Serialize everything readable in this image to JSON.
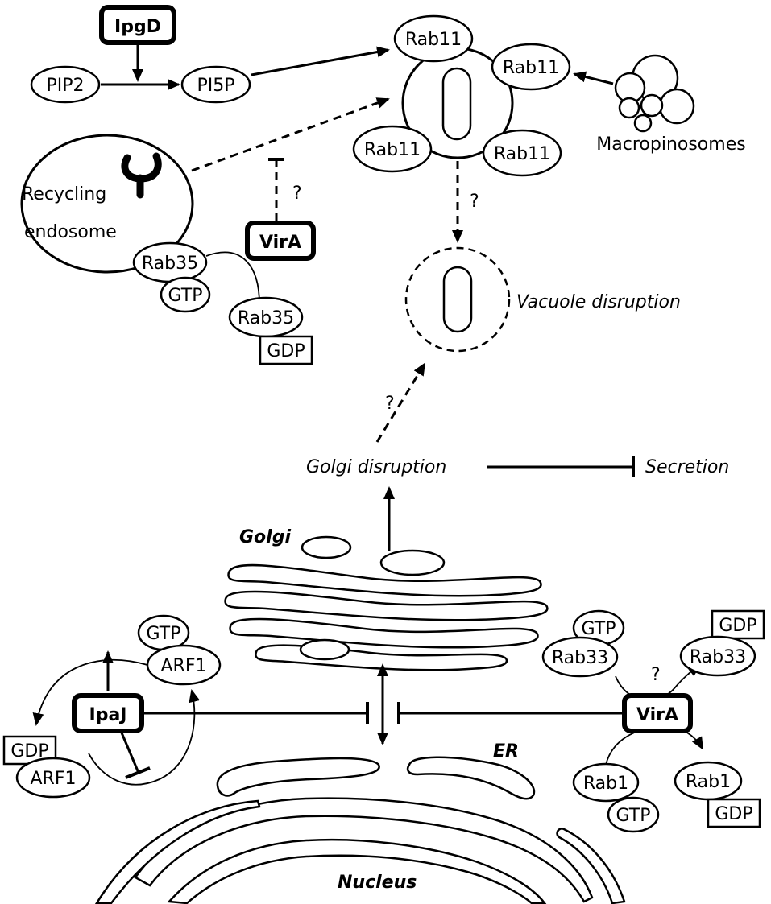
{
  "labels": {
    "ipgd": "IpgD",
    "pip2": "PIP2",
    "pi5p": "PI5P",
    "rab11_top": "Rab11",
    "rab11_right": "Rab11",
    "rab11_left": "Rab11",
    "rab11_bottom_right": "Rab11",
    "macropinosomes": "Macropinosomes",
    "recycling_line1": "Recycling",
    "recycling_line2": "endosome",
    "vira_top": "VirA",
    "rab35_gtp_rab": "Rab35",
    "rab35_gtp_gtp": "GTP",
    "rab35_gdp_rab": "Rab35",
    "rab35_gdp_gdp": "GDP",
    "q_vira_inhib": "?",
    "q_vacuole": "?",
    "q_golgi": "?",
    "q_rab33": "?",
    "vacuole_disruption": "Vacuole disruption",
    "golgi_disruption": "Golgi disruption",
    "secretion": "Secretion",
    "golgi": "Golgi",
    "er": "ER",
    "nucleus": "Nucleus",
    "arf1_gtp_gtp": "GTP",
    "arf1_gtp_arf": "ARF1",
    "ipaj": "IpaJ",
    "arf1_gdp_gdp": "GDP",
    "arf1_gdp_arf": "ARF1",
    "rab33_gtp_gtp": "GTP",
    "rab33_gtp_rab": "Rab33",
    "rab33_gdp_gdp": "GDP",
    "rab33_gdp_rab": "Rab33",
    "vira_bottom": "VirA",
    "rab1_gtp_rab": "Rab1",
    "rab1_gtp_gtp": "GTP",
    "rab1_gdp_rab": "Rab1",
    "rab1_gdp_gdp": "GDP"
  }
}
